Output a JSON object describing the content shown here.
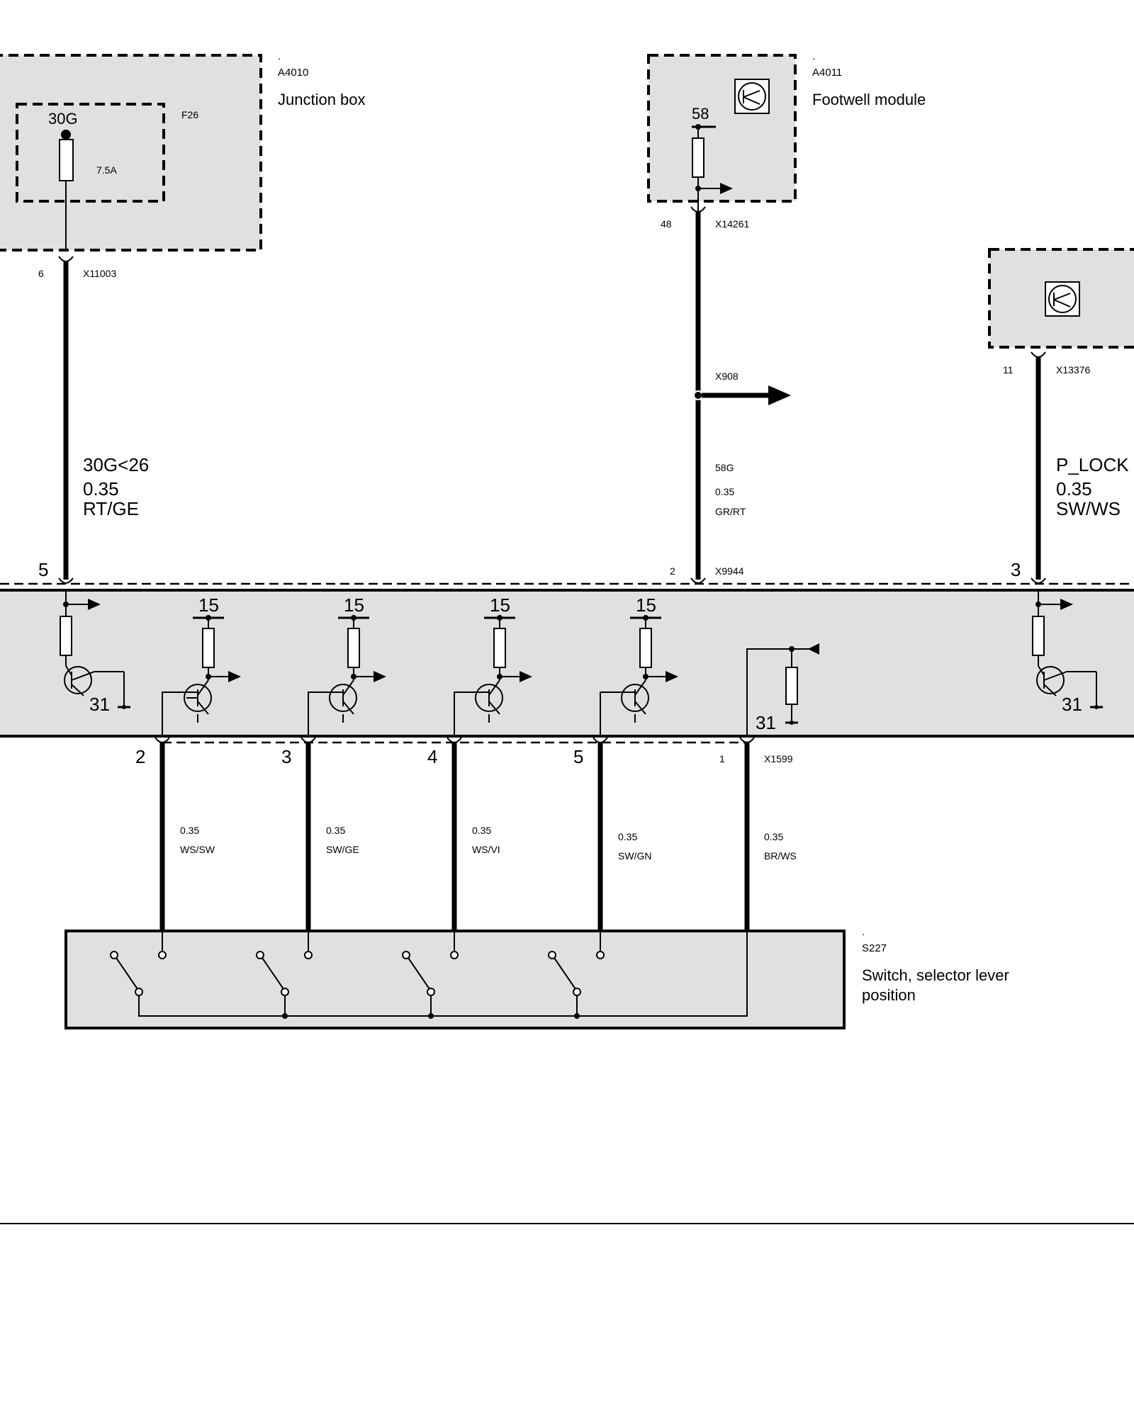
{
  "components": {
    "junction_box": {
      "dot": ".",
      "id": "A4010",
      "name": "Junction box",
      "fuse_id": "F26",
      "fuse_rating": "7.5A",
      "supply": "30G"
    },
    "footwell_module": {
      "dot": ".",
      "id": "A4011",
      "name": "Footwell module",
      "supply": "58"
    },
    "selector_switch": {
      "dot": ".",
      "id": "S227",
      "name_line1": "Switch, selector lever",
      "name_line2": "position"
    }
  },
  "connectors": {
    "x11003": {
      "pin": "6",
      "id": "X11003"
    },
    "x14261": {
      "pin": "48",
      "id": "X14261"
    },
    "x13376": {
      "pin": "11",
      "id": "X13376"
    },
    "x908": {
      "id": "X908"
    },
    "x9944": {
      "pin": "2",
      "id": "X9944"
    },
    "x1599": {
      "pin": "1",
      "id": "X1599"
    },
    "module_top_pins": {
      "left": "5",
      "right": "3"
    },
    "module_bottom_pins": [
      "2",
      "3",
      "4",
      "5"
    ]
  },
  "wires": {
    "w30g": {
      "signal": "30G<26",
      "size": "0.35",
      "color": "RT/GE"
    },
    "w58g": {
      "signal": "58G",
      "size": "0.35",
      "color": "GR/RT"
    },
    "wplock": {
      "signal": "P_LOCK",
      "size": "0.35",
      "color": "SW/WS"
    },
    "bottom": [
      {
        "size": "0.35",
        "color": "WS/SW"
      },
      {
        "size": "0.35",
        "color": "SW/GE"
      },
      {
        "size": "0.35",
        "color": "WS/VI"
      },
      {
        "size": "0.35",
        "color": "SW/GN"
      },
      {
        "size": "0.35",
        "color": "BR/WS"
      }
    ]
  },
  "module_labels": {
    "supply_15": [
      "15",
      "15",
      "15",
      "15"
    ],
    "ground_left": "31",
    "ground_mid": "31",
    "ground_right": "31"
  }
}
